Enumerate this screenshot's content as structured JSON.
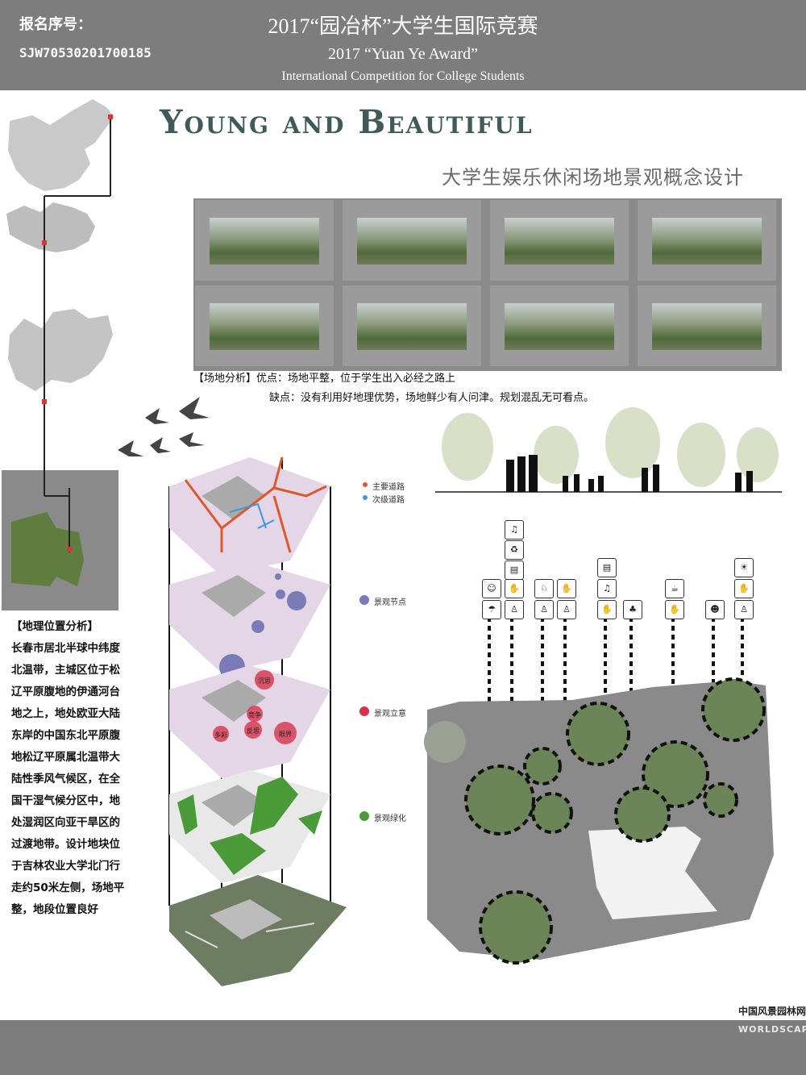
{
  "header": {
    "reg_label": "报名序号：",
    "reg_number": "SJW70530201700185",
    "title_cn": "2017“园冶杯”大学生国际竞赛",
    "title_en": "2017 “Yuan Ye Award”",
    "subtitle_en": "International Competition for College Students"
  },
  "main_title": "Young and Beautiful",
  "subtitle": "大学生娱乐休闲场地景观概念设计",
  "site_analysis": {
    "label": "【场地分析】",
    "pros": "优点：场地平整，位于学生出入必经之路上",
    "cons": "缺点：没有利用好地理优势，场地鲜少有人问津。规划混乱无可看点。"
  },
  "location": {
    "heading": "【地理位置分析】",
    "body": "长春市居北半球中纬度北温带，主城区位于松辽平原腹地的伊通河台地之上，地处欧亚大陆东岸的中国东北平原腹地松辽平原属北温带大陆性季风气候区，在全国干湿气候分区中，地处湿润区向亚干旱区的过渡地带。设计地块位于吉林农业大学北门行走约50米左侧，场地平整，地段位置良好"
  },
  "legend": {
    "main_road": "主要道路",
    "secondary_road": "次级道路",
    "nodes": "景观节点",
    "concept": "景观立意",
    "greening": "景观绿化"
  },
  "concept_bubbles": [
    "沉思",
    "竞争",
    "多彩",
    "反思",
    "眼界"
  ],
  "colors": {
    "header_bg": "#7d7d7d",
    "title": "#3f5a58",
    "main_road": "#e0582a",
    "secondary_road": "#3a9ad9",
    "node": "#7b7bb8",
    "concept": "#d8324a",
    "greening": "#4a9a3a"
  },
  "footer": {
    "logo_cn": "中国风景园林网",
    "logo_en": "WORLDSCAPE"
  }
}
